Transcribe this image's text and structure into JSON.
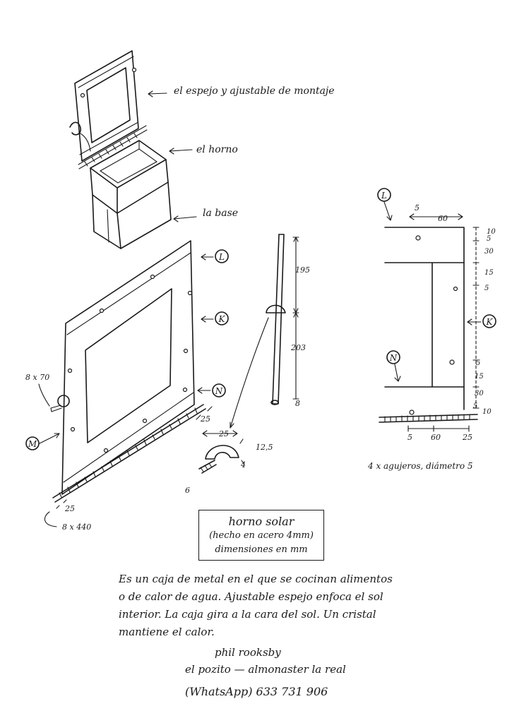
{
  "labels": {
    "mirror": "el espejo y ajustable de montaje",
    "oven": "el horno",
    "base": "la base"
  },
  "markers": {
    "L": "L",
    "K": "K",
    "N": "N",
    "M": "M"
  },
  "bolts": {
    "side_bolt": "8 x 70",
    "threaded_rod": "8 x 440",
    "rod_end": "25",
    "rod_end_top": "25",
    "bracket_width": "25",
    "bracket_height": "12,5",
    "bracket_thickness": "4",
    "bracket_bolt": "6"
  },
  "vertical_bar": {
    "upper_length": "195",
    "lower_length": "203",
    "foot": "8"
  },
  "detail": {
    "top_gap": "5",
    "top_width": "60",
    "right_dims": [
      "10",
      "5",
      "30",
      "15",
      "5",
      "5",
      "15",
      "30",
      "5",
      "10"
    ],
    "bottom_left": "5",
    "bottom_mid": "60",
    "bottom_right": "25",
    "holes_note": "4 x agujeros, diámetro 5"
  },
  "title": {
    "line1": "horno solar",
    "line2": "(hecho en acero 4mm)",
    "line3": "dimensiones en mm"
  },
  "description": {
    "line1": "Es un caja de metal en el que se cocinan alimentos",
    "line2": "o de calor de agua. Ajustable espejo enfoca el sol",
    "line3": "interior. La caja gira a la cara del sol. Un cristal",
    "line4": "mantiene el calor."
  },
  "signature": {
    "name": "phil rooksby",
    "place": "el pozito — almonaster la real",
    "phone": "(WhatsApp) 633 731 906"
  }
}
